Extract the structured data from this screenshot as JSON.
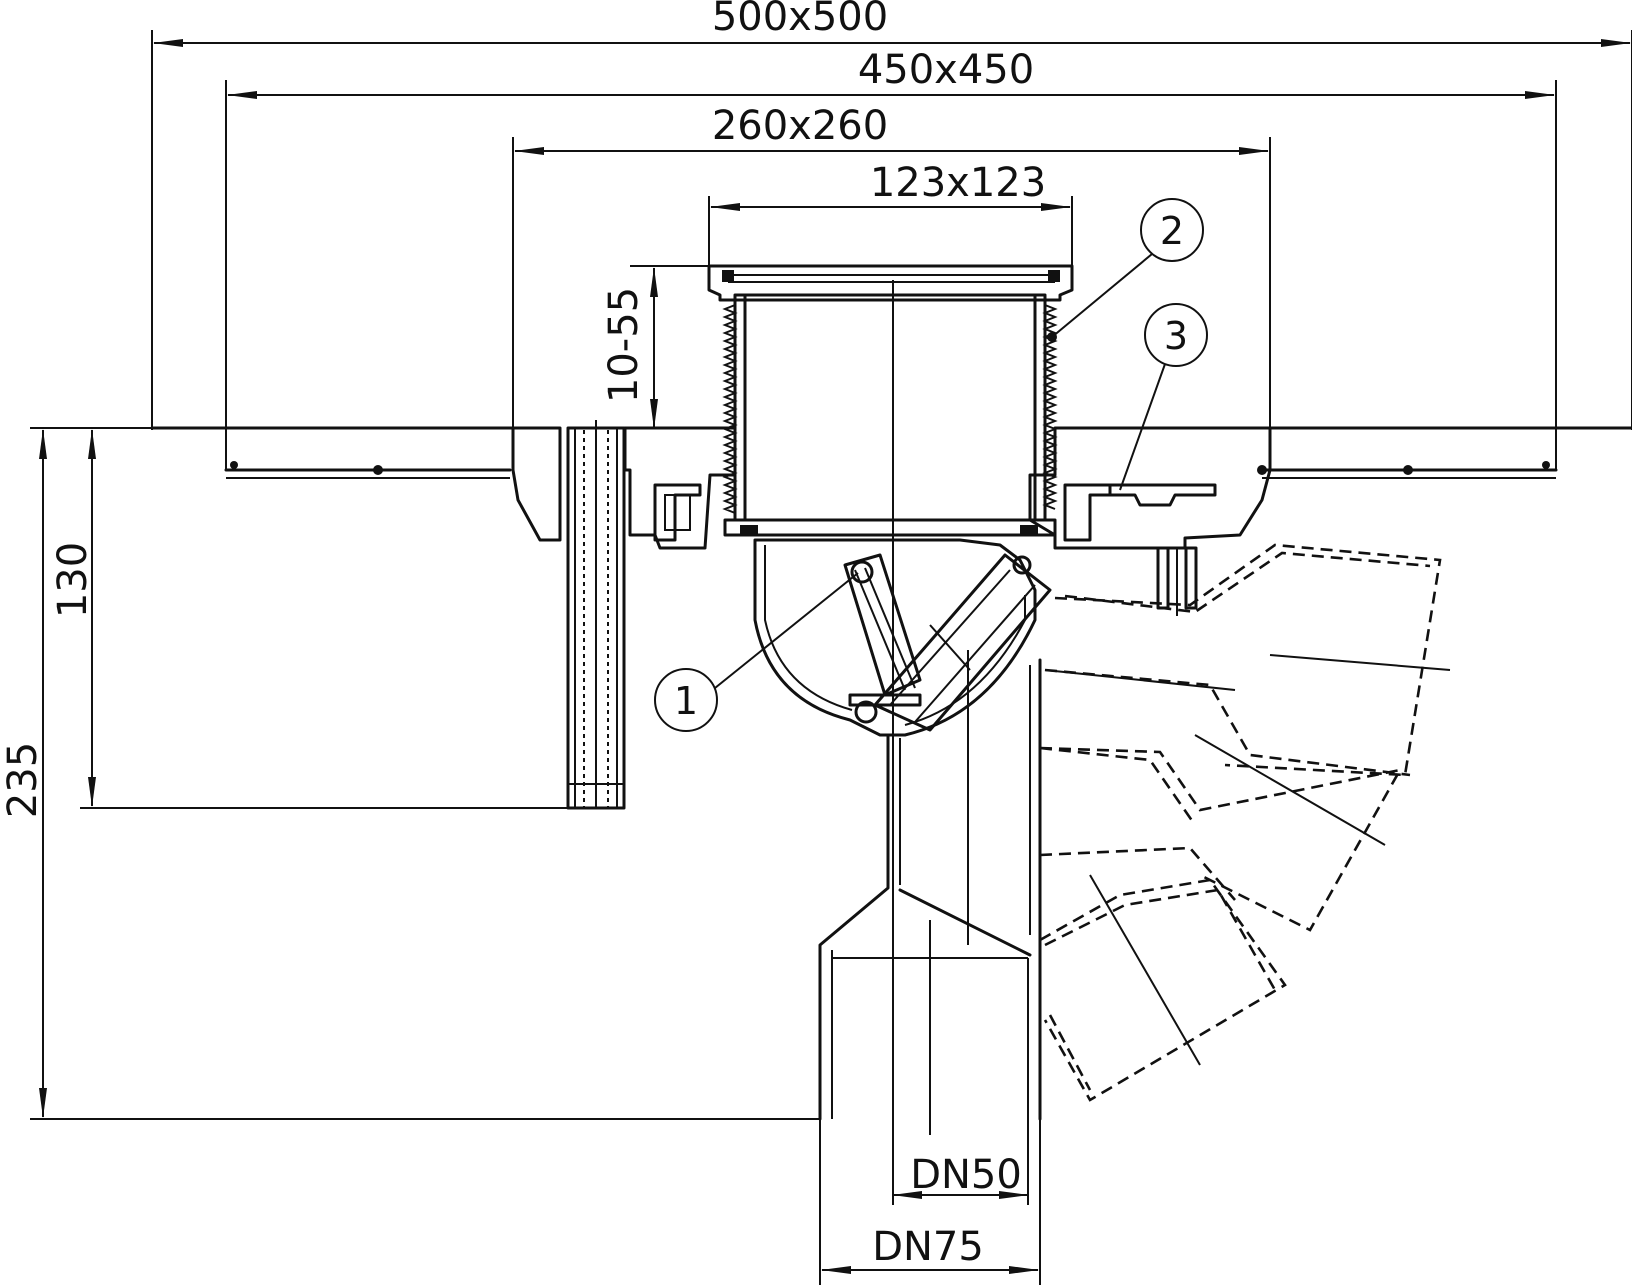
{
  "dimensions": {
    "d500": "500x500",
    "d450": "450x450",
    "d260": "260x260",
    "d123": "123x123",
    "d10_55": "10-55",
    "d130": "130",
    "d235": "235",
    "dn50": "DN50",
    "dn75": "DN75"
  },
  "callouts": {
    "c1": "1",
    "c2": "2",
    "c3": "3"
  },
  "colors": {
    "line": "#111111",
    "background": "#ffffff"
  }
}
